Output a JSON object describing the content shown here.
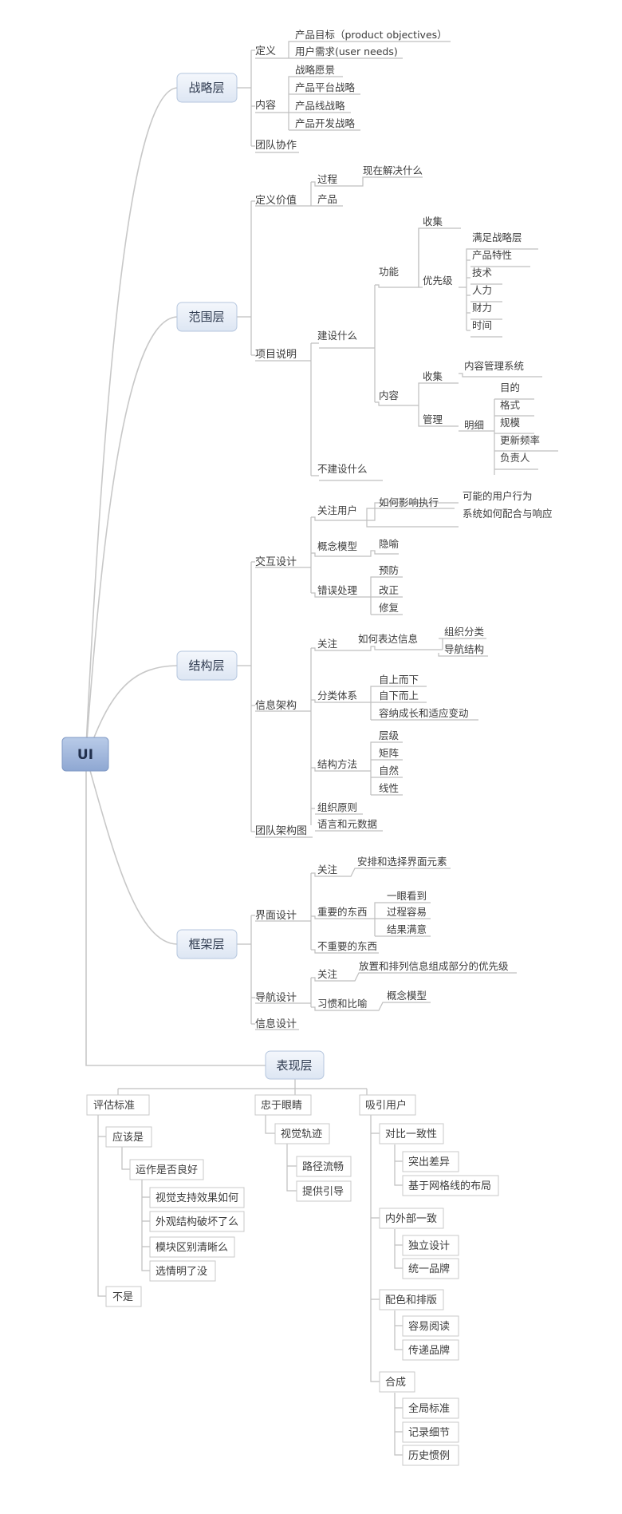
{
  "root": "UI",
  "branches": {
    "strategy": {
      "label": "战略层",
      "def": "定义",
      "def_goal": "产品目标（product objectives）",
      "def_needs": "用户需求(user needs)",
      "content": "内容",
      "c1": "战略愿景",
      "c2": "产品平台战略",
      "c3": "产品线战略",
      "c4": "产品开发战略",
      "team": "团队协作"
    },
    "scope": {
      "label": "范围层",
      "value": "定义价值",
      "process": "过程",
      "process_now": "现在解决什么",
      "product": "产品",
      "spec": "项目说明",
      "build": "建设什么",
      "not_build": "不建设什么",
      "func": "功能",
      "func_collect": "收集",
      "priority": "优先级",
      "p1": "满足战略层",
      "p2": "产品特性",
      "p3": "技术",
      "p4": "人力",
      "p5": "财力",
      "p6": "时间",
      "content": "内容",
      "content_collect": "收集",
      "manage": "管理",
      "cms": "内容管理系统",
      "detail": "明细",
      "d1": "目的",
      "d2": "格式",
      "d3": "规模",
      "d4": "更新频率",
      "d5": "负责人"
    },
    "structure": {
      "label": "结构层",
      "ixd": "交互设计",
      "focus_user": "关注用户",
      "how_exec": "如何影响执行",
      "user_behavior": "可能的用户行为",
      "system_resp": "系统如何配合与响应",
      "concept": "概念模型",
      "metaphor": "隐喻",
      "error": "错误处理",
      "e1": "预防",
      "e2": "改正",
      "e3": "修复",
      "ia": "信息架构",
      "focus": "关注",
      "express": "如何表达信息",
      "org_class": "组织分类",
      "nav_struct": "导航结构",
      "taxonomy": "分类体系",
      "t1": "自上而下",
      "t2": "自下而上",
      "t3": "容纳成长和适应变动",
      "method": "结构方法",
      "m1": "层级",
      "m2": "矩阵",
      "m3": "自然",
      "m4": "线性",
      "principle": "组织原则",
      "lang": "语言和元数据",
      "team_map": "团队架构图"
    },
    "skeleton": {
      "label": "框架层",
      "ui": "界面设计",
      "focus": "关注",
      "arrange": "安排和选择界面元素",
      "important": "重要的东西",
      "i1": "一眼看到",
      "i2": "过程容易",
      "i3": "结果满意",
      "unimportant": "不重要的东西",
      "nav": "导航设计",
      "nav_focus": "关注",
      "nav_arrange": "放置和排列信息组成部分的优先级",
      "habit": "习惯和比喻",
      "concept_model": "概念模型",
      "info": "信息设计"
    },
    "surface": {
      "label": "表现层",
      "eval": "评估标准",
      "should": "应该是",
      "works": "运作是否良好",
      "w1": "视觉支持效果如何",
      "w2": "外观结构破坏了么",
      "w3": "模块区别清晰么",
      "w4": "选情明了没",
      "not": "不是",
      "eye": "忠于眼睛",
      "track": "视觉轨迹",
      "path": "路径流畅",
      "guide": "提供引导",
      "attract": "吸引用户",
      "contrast": "对比一致性",
      "c1": "突出差异",
      "c2": "基于网格线的布局",
      "inout": "内外部一致",
      "io1": "独立设计",
      "io2": "统一品牌",
      "color": "配色和排版",
      "co1": "容易阅读",
      "co2": "传递品牌",
      "compose": "合成",
      "cp1": "全局标准",
      "cp2": "记录细节",
      "cp3": "历史惯例"
    }
  }
}
